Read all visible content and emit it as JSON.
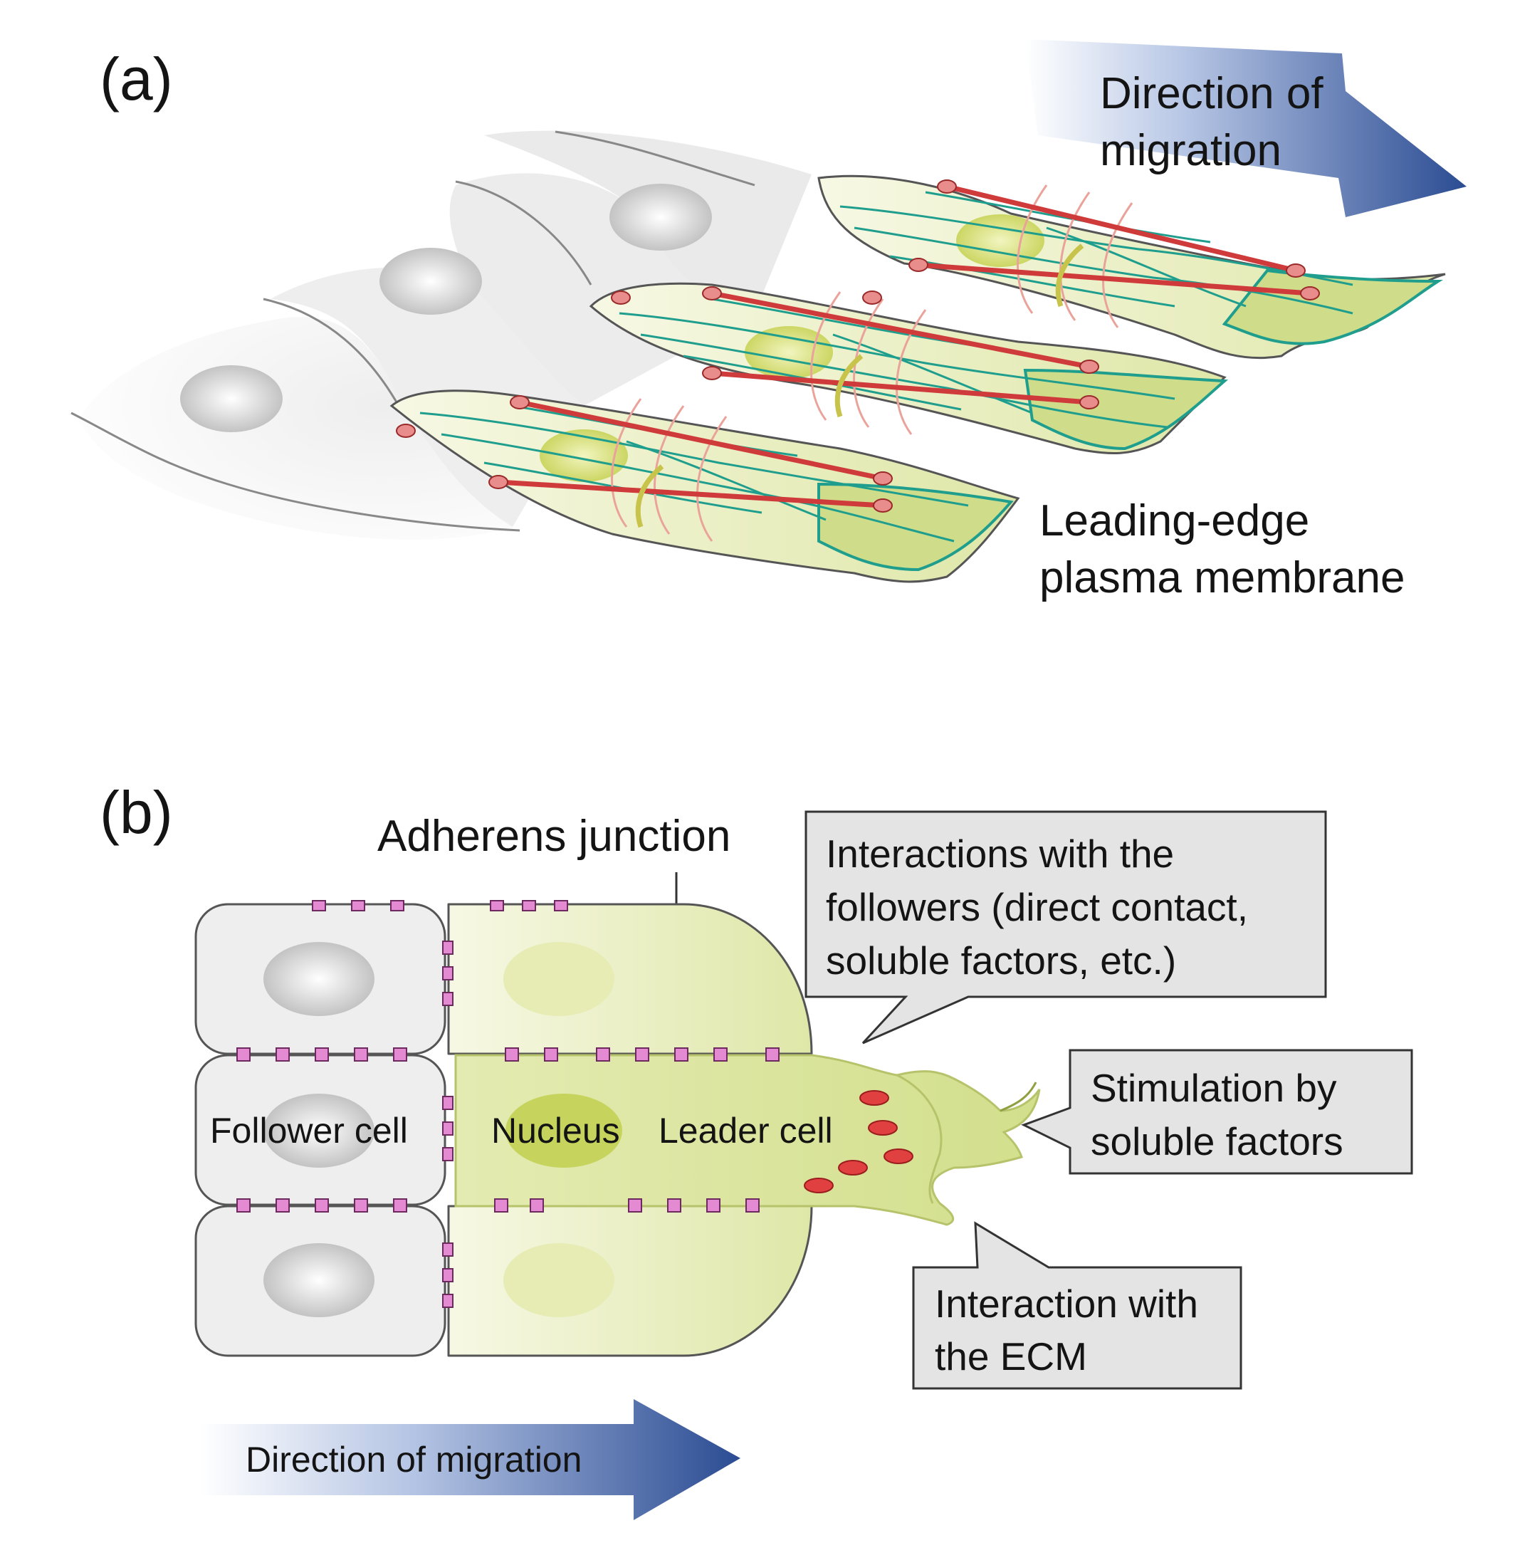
{
  "panel_a": {
    "label": "(a)",
    "direction_line1": "Direction of",
    "direction_line2": "migration",
    "leading_edge_line1": "Leading-edge",
    "leading_edge_line2": "plasma membrane"
  },
  "panel_b": {
    "label": "(b)",
    "adherens_junction": "Adherens junction",
    "follower_cell": "Follower cell",
    "nucleus": "Nucleus",
    "leader_cell": "Leader cell",
    "callout_followers": [
      "Interactions with the",
      "followers  (direct contact,",
      "soluble factors, etc.)"
    ],
    "callout_soluble": [
      "Stimulation by",
      "soluble factors"
    ],
    "callout_ecm": [
      "Interaction with",
      "the ECM"
    ],
    "direction": "Direction of migration"
  },
  "colors": {
    "arrow_dark": "#2e4f96",
    "cell_grey": "#eeeeee",
    "leader_green": "#e3eab8",
    "nucleus_green": "#d9e47a",
    "actin_red": "#cf3a3a",
    "microtubule_teal": "#1f9e8e",
    "junction_pink": "#e48ad2",
    "callout_grey": "#e4e4e4"
  }
}
